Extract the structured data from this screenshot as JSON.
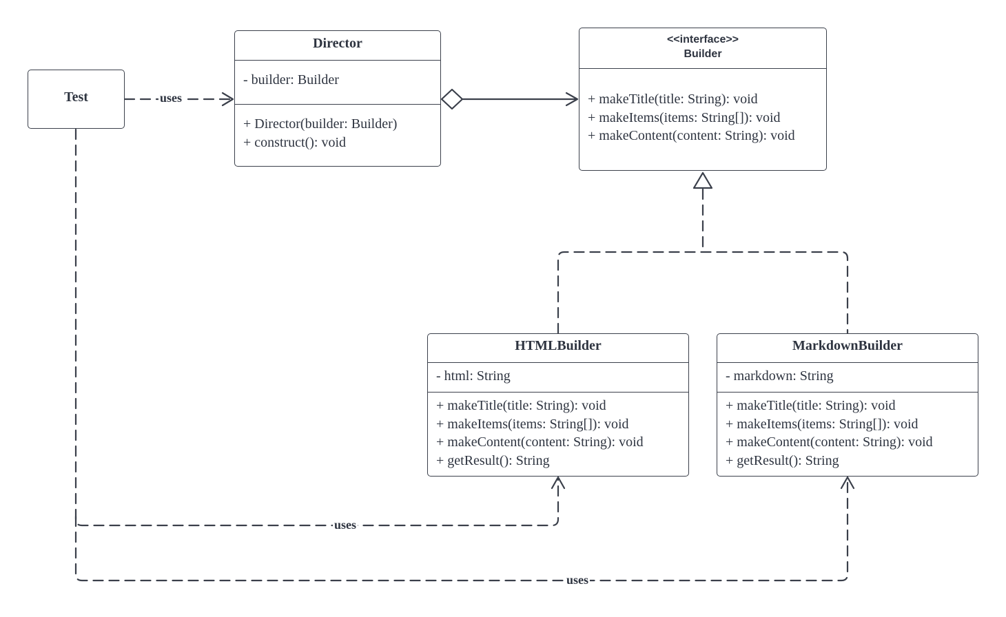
{
  "classes": {
    "test": {
      "name": "Test"
    },
    "director": {
      "name": "Director",
      "attributes": [
        "- builder: Builder"
      ],
      "operations": [
        "+ Director(builder: Builder)",
        "+ construct(): void"
      ]
    },
    "builder": {
      "stereotype": "<<interface>>",
      "name": "Builder",
      "operations": [
        "+ makeTitle(title: String): void",
        "+ makeItems(items: String[]): void",
        "+ makeContent(content: String): void"
      ]
    },
    "html_builder": {
      "name": "HTMLBuilder",
      "attributes": [
        "- html: String"
      ],
      "operations": [
        "+ makeTitle(title: String): void",
        "+ makeItems(items: String[]): void",
        "+ makeContent(content: String): void",
        "+ getResult(): String"
      ]
    },
    "markdown_builder": {
      "name": "MarkdownBuilder",
      "attributes": [
        "- markdown: String"
      ],
      "operations": [
        "+ makeTitle(title: String): void",
        "+ makeItems(items: String[]): void",
        "+ makeContent(content: String): void",
        "+ getResult(): String"
      ]
    }
  },
  "relations": {
    "test_director": {
      "type": "dependency",
      "label": "uses"
    },
    "director_builder": {
      "type": "aggregation",
      "label": ""
    },
    "html_builder_realizes": {
      "type": "realization",
      "label": ""
    },
    "markdown_builder_realizes": {
      "type": "realization",
      "label": ""
    },
    "test_html_builder": {
      "type": "dependency",
      "label": "uses"
    },
    "test_markdown_builder": {
      "type": "dependency",
      "label": "uses"
    }
  },
  "colors": {
    "line": "#3a3f4a",
    "text": "#2e3440",
    "background": "#ffffff"
  }
}
